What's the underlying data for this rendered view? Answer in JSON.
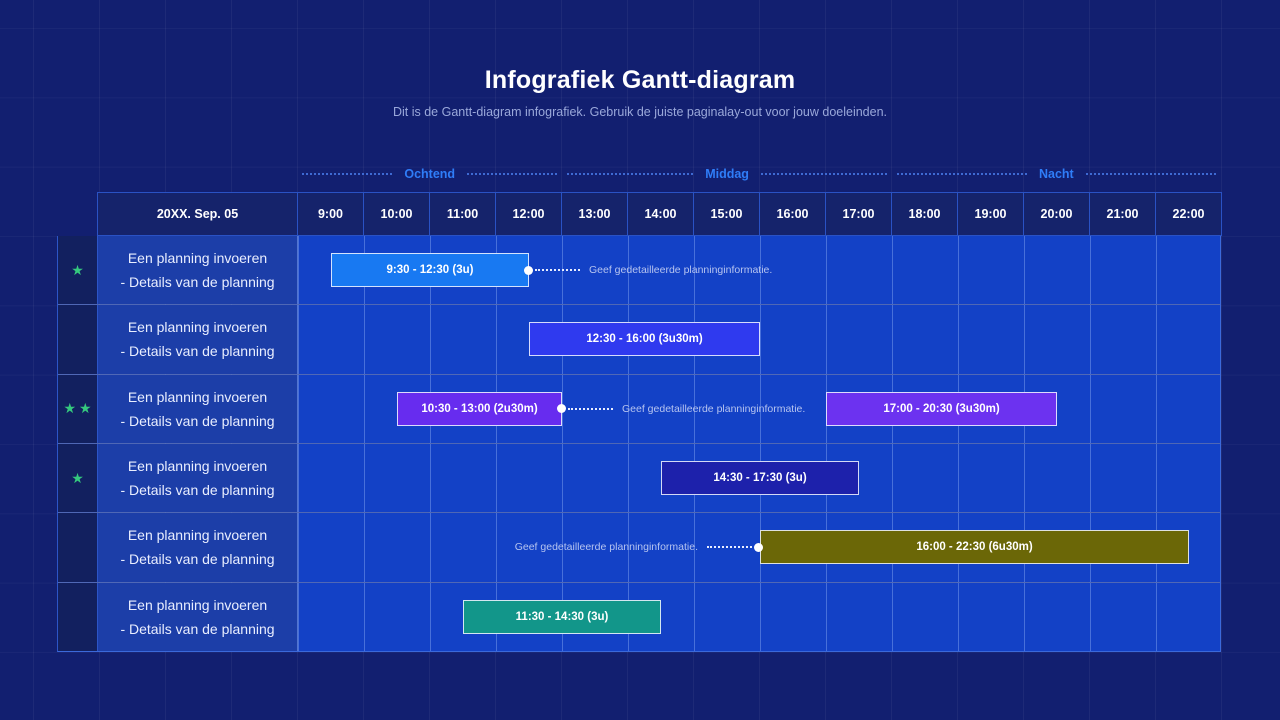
{
  "page": {
    "title": "Infografiek Gantt-diagram",
    "subtitle": "Dit is de Gantt-diagram infografiek. Gebruik de juiste paginalay-out voor jouw doeleinden."
  },
  "phases": [
    {
      "label": "Ochtend",
      "hours": 4
    },
    {
      "label": "Middag",
      "hours": 5
    },
    {
      "label": "Nacht",
      "hours": 5
    }
  ],
  "table": {
    "date_header": "20XX. Sep. 05",
    "time_columns": [
      "9:00",
      "10:00",
      "11:00",
      "12:00",
      "13:00",
      "14:00",
      "15:00",
      "16:00",
      "17:00",
      "18:00",
      "19:00",
      "20:00",
      "21:00",
      "22:00"
    ],
    "axis_start_hour": 9,
    "hours_per_column": 1
  },
  "annotation_text": "Geef gedetailleerde planninginformatie.",
  "rows": [
    {
      "stars": 1,
      "label": [
        "Een planning invoeren",
        "- Details van de planning"
      ],
      "bars": [
        {
          "text": "9:30 - 12:30 (3u)",
          "start": 9.5,
          "end": 12.5,
          "color": "#1879f2",
          "annotation": "right"
        }
      ]
    },
    {
      "stars": 0,
      "label": [
        "Een planning invoeren",
        "- Details van de planning"
      ],
      "bars": [
        {
          "text": "12:30 - 16:00 (3u30m)",
          "start": 12.5,
          "end": 16,
          "color": "#2f3aef",
          "annotation": null
        }
      ]
    },
    {
      "stars": 2,
      "label": [
        "Een planning invoeren",
        "- Details van de planning"
      ],
      "bars": [
        {
          "text": "10:30 - 13:00 (2u30m)",
          "start": 10.5,
          "end": 13,
          "color": "#672cef",
          "annotation": "right"
        },
        {
          "text": "17:00 - 20:30 (3u30m)",
          "start": 17,
          "end": 20.5,
          "color": "#6c32f0",
          "annotation": null
        }
      ]
    },
    {
      "stars": 1,
      "label": [
        "Een planning invoeren",
        "- Details van de planning"
      ],
      "bars": [
        {
          "text": "14:30 - 17:30 (3u)",
          "start": 14.5,
          "end": 17.5,
          "color": "#1d21ab",
          "annotation": null
        }
      ]
    },
    {
      "stars": 0,
      "label": [
        "Een planning invoeren",
        "- Details van de planning"
      ],
      "bars": [
        {
          "text": "16:00 - 22:30 (6u30m)",
          "start": 16,
          "end": 22.5,
          "color": "#6b6707",
          "annotation": "left"
        }
      ]
    },
    {
      "stars": 0,
      "label": [
        "Een planning invoeren",
        "- Details van de planning"
      ],
      "bars": [
        {
          "text": "11:30 - 14:30 (3u)",
          "start": 11.5,
          "end": 14.5,
          "color": "#12968a",
          "annotation": null
        }
      ]
    }
  ],
  "colors": {
    "page_bg": "#121f70",
    "header_cell_bg": "#15236b",
    "star_cell_bg": "#12205f",
    "label_cell_bg": "#1c3ea8",
    "track_bg": "#1341c6",
    "phase_label": "#2f7df8",
    "star_green": "#35c97e",
    "annotation_text": "#b6c4f0"
  },
  "chart_data": {
    "type": "bar",
    "variant": "gantt",
    "title": "Infografiek Gantt-diagram",
    "subtitle": "Dit is de Gantt-diagram infografiek. Gebruik de juiste paginalay-out voor jouw doeleinden.",
    "date_label": "20XX. Sep. 05",
    "x_ticks": [
      "9:00",
      "10:00",
      "11:00",
      "12:00",
      "13:00",
      "14:00",
      "15:00",
      "16:00",
      "17:00",
      "18:00",
      "19:00",
      "20:00",
      "21:00",
      "22:00"
    ],
    "x_range_hours": [
      9,
      23
    ],
    "grid": true,
    "phase_bands": [
      {
        "name": "Ochtend",
        "start": "9:00",
        "end": "13:00"
      },
      {
        "name": "Middag",
        "start": "13:00",
        "end": "18:00"
      },
      {
        "name": "Nacht",
        "start": "18:00",
        "end": "23:00"
      }
    ],
    "tasks": [
      {
        "row": 1,
        "stars": 1,
        "label": "Een planning invoeren - Details van de planning",
        "start": "9:30",
        "end": "12:30",
        "duration": "3u",
        "bar_label": "9:30 - 12:30 (3u)",
        "color": "#1879f2",
        "note": "Geef gedetailleerde planninginformatie."
      },
      {
        "row": 2,
        "stars": 0,
        "label": "Een planning invoeren - Details van de planning",
        "start": "12:30",
        "end": "16:00",
        "duration": "3u30m",
        "bar_label": "12:30 - 16:00 (3u30m)",
        "color": "#2f3aef"
      },
      {
        "row": 3,
        "stars": 2,
        "label": "Een planning invoeren - Details van de planning",
        "start": "10:30",
        "end": "13:00",
        "duration": "2u30m",
        "bar_label": "10:30 - 13:00 (2u30m)",
        "color": "#672cef",
        "note": "Geef gedetailleerde planninginformatie."
      },
      {
        "row": 3,
        "stars": 2,
        "label": "Een planning invoeren - Details van de planning",
        "start": "17:00",
        "end": "20:30",
        "duration": "3u30m",
        "bar_label": "17:00 - 20:30 (3u30m)",
        "color": "#6c32f0"
      },
      {
        "row": 4,
        "stars": 1,
        "label": "Een planning invoeren - Details van de planning",
        "start": "14:30",
        "end": "17:30",
        "duration": "3u",
        "bar_label": "14:30 - 17:30 (3u)",
        "color": "#1d21ab"
      },
      {
        "row": 5,
        "stars": 0,
        "label": "Een planning invoeren - Details van de planning",
        "start": "16:00",
        "end": "22:30",
        "duration": "6u30m",
        "bar_label": "16:00 - 22:30 (6u30m)",
        "color": "#6b6707",
        "note": "Geef gedetailleerde planninginformatie."
      },
      {
        "row": 6,
        "stars": 0,
        "label": "Een planning invoeren - Details van de planning",
        "start": "11:30",
        "end": "14:30",
        "duration": "3u",
        "bar_label": "11:30 - 14:30 (3u)",
        "color": "#12968a"
      }
    ]
  }
}
